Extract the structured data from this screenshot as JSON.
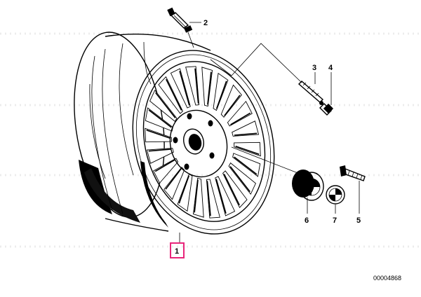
{
  "diagram": {
    "callouts": {
      "wheel": "1",
      "valve": "2",
      "valve_insert": "3",
      "valve_cap": "4",
      "wheel_bolt": "5",
      "hub_cap": "6",
      "emblem": "7"
    },
    "document_number": "00004868",
    "highlight_color": "#e8257a"
  }
}
